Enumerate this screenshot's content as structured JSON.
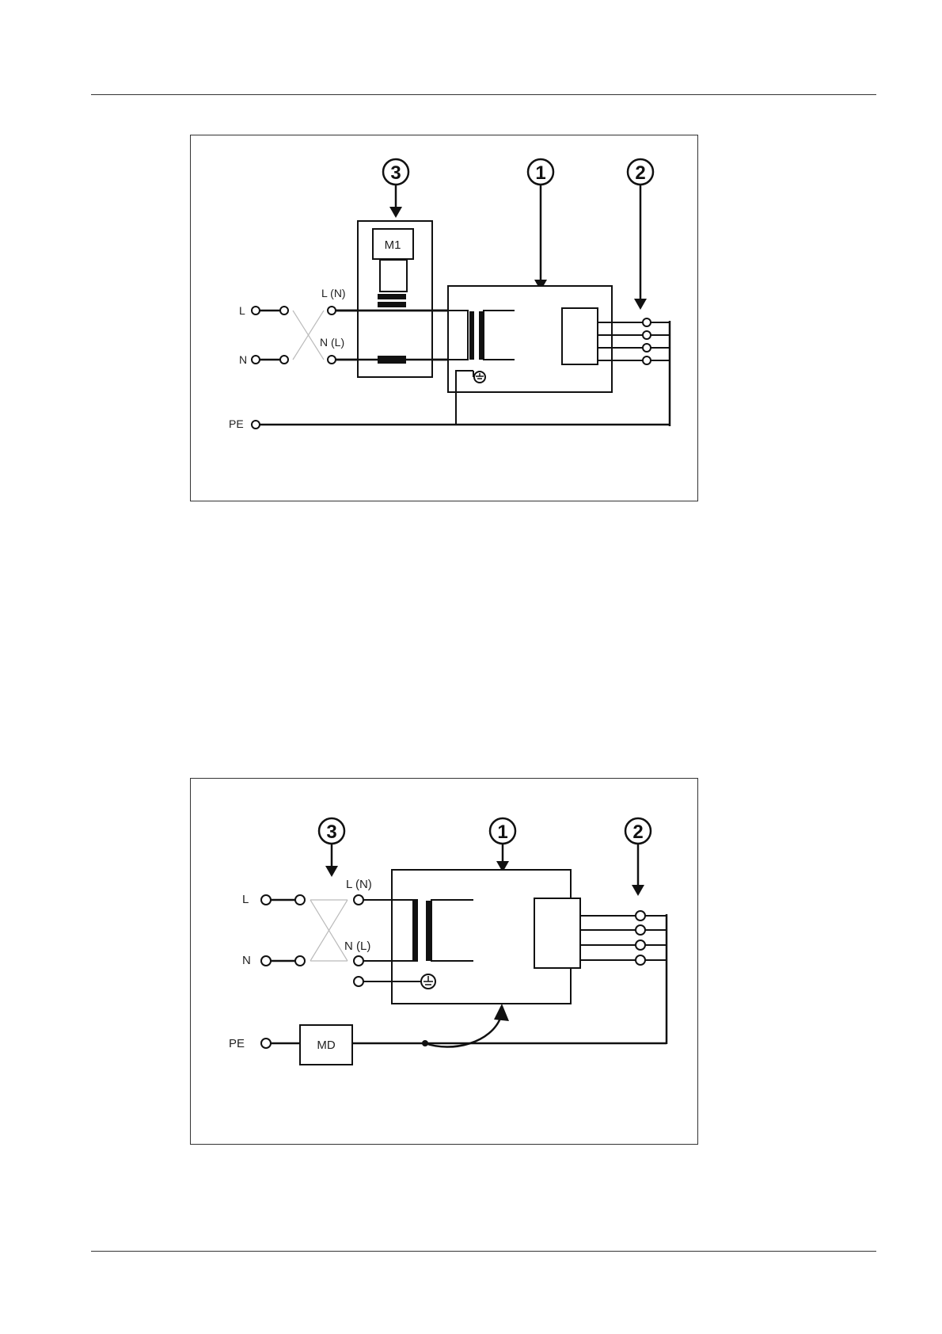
{
  "figure1": {
    "callouts": [
      "3",
      "1",
      "2"
    ],
    "terminals": {
      "l": "L",
      "n": "N",
      "pe": "PE"
    },
    "switch_labels": {
      "top": "L  (N)",
      "bottom": "N (L)"
    },
    "meter_label": "M1"
  },
  "figure2": {
    "callouts": [
      "3",
      "1",
      "2"
    ],
    "terminals": {
      "l": "L",
      "n": "N",
      "pe": "PE"
    },
    "switch_labels": {
      "top": "L  (N)",
      "bottom": "N  (L)"
    },
    "device_label": "MD"
  }
}
